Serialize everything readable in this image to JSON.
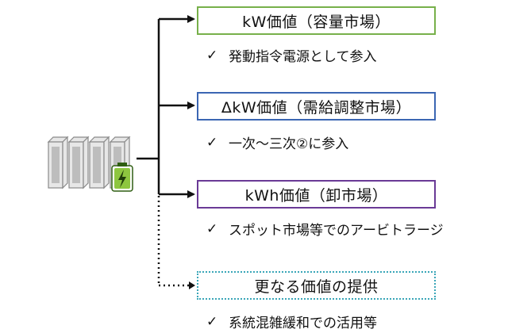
{
  "boxes": [
    {
      "label": "kW価値（容量市場）",
      "note": "発動指令電源として参入",
      "color": "#77b04a",
      "line": "solid"
    },
    {
      "label": "ΔkW価値（需給調整市場）",
      "note": "一次～三次②に参入",
      "color": "#3b66b3",
      "line": "solid"
    },
    {
      "label": "kWh価値（卸市場）",
      "note": "スポット市場等でのアービトラージ",
      "color": "#6a3a96",
      "line": "solid"
    },
    {
      "label": "更なる価値の提供",
      "note": "系統混雑緩和での活用等",
      "color": "#3aa6b8",
      "line": "dotted"
    }
  ],
  "check_mark": "✓",
  "icons": {
    "storage": "battery-storage-icon",
    "battery": "battery-charge-icon"
  }
}
